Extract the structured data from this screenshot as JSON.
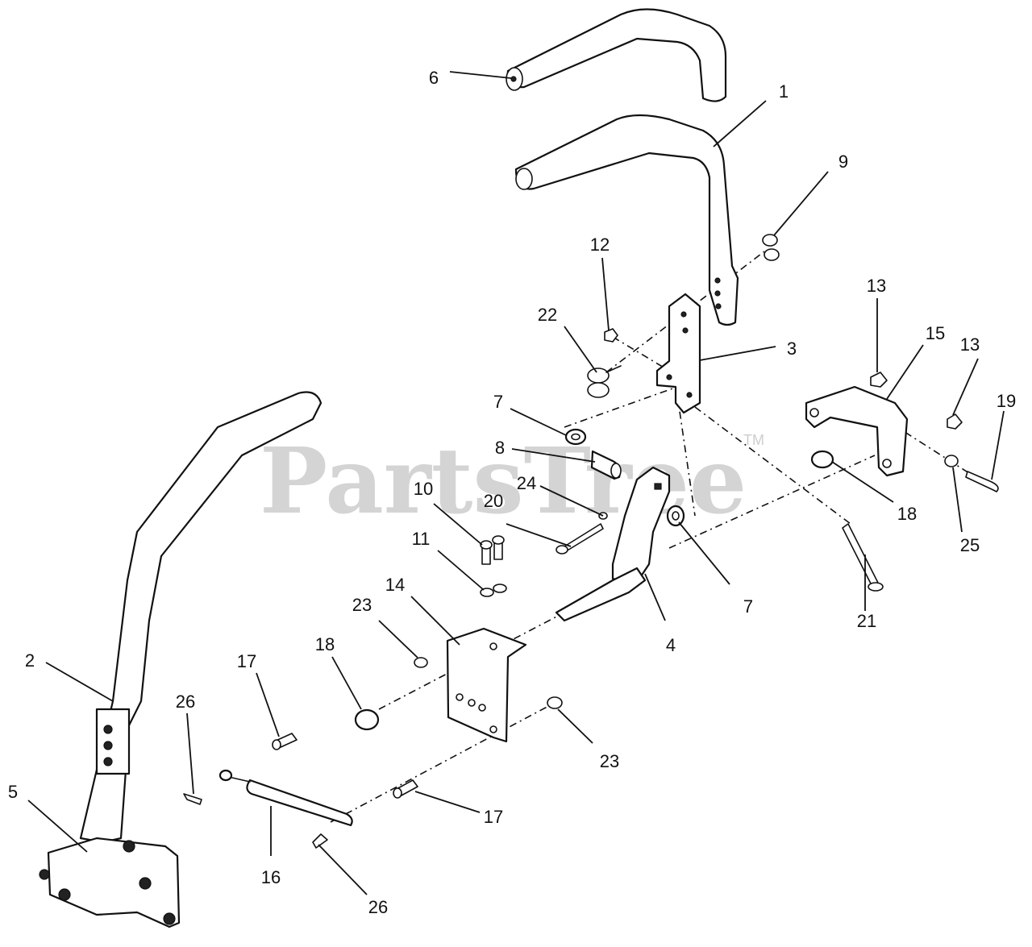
{
  "watermark": {
    "text": "PartsTree",
    "trademark": "TM"
  },
  "callouts": [
    {
      "id": "c6",
      "label": "6"
    },
    {
      "id": "c1",
      "label": "1"
    },
    {
      "id": "c9",
      "label": "9"
    },
    {
      "id": "c12",
      "label": "12"
    },
    {
      "id": "c22",
      "label": "22"
    },
    {
      "id": "c3",
      "label": "3"
    },
    {
      "id": "c13a",
      "label": "13"
    },
    {
      "id": "c15",
      "label": "15"
    },
    {
      "id": "c13b",
      "label": "13"
    },
    {
      "id": "c19",
      "label": "19"
    },
    {
      "id": "c7a",
      "label": "7"
    },
    {
      "id": "c8",
      "label": "8"
    },
    {
      "id": "c24",
      "label": "24"
    },
    {
      "id": "c10",
      "label": "10"
    },
    {
      "id": "c20",
      "label": "20"
    },
    {
      "id": "c11",
      "label": "11"
    },
    {
      "id": "c18a",
      "label": "18"
    },
    {
      "id": "c25",
      "label": "25"
    },
    {
      "id": "c7b",
      "label": "7"
    },
    {
      "id": "c21",
      "label": "21"
    },
    {
      "id": "c14",
      "label": "14"
    },
    {
      "id": "c23a",
      "label": "23"
    },
    {
      "id": "c4",
      "label": "4"
    },
    {
      "id": "c18b",
      "label": "18"
    },
    {
      "id": "c2",
      "label": "2"
    },
    {
      "id": "c17a",
      "label": "17"
    },
    {
      "id": "c26a",
      "label": "26"
    },
    {
      "id": "c23b",
      "label": "23"
    },
    {
      "id": "c5",
      "label": "5"
    },
    {
      "id": "c17b",
      "label": "17"
    },
    {
      "id": "c16",
      "label": "16"
    },
    {
      "id": "c26b",
      "label": "26"
    }
  ]
}
